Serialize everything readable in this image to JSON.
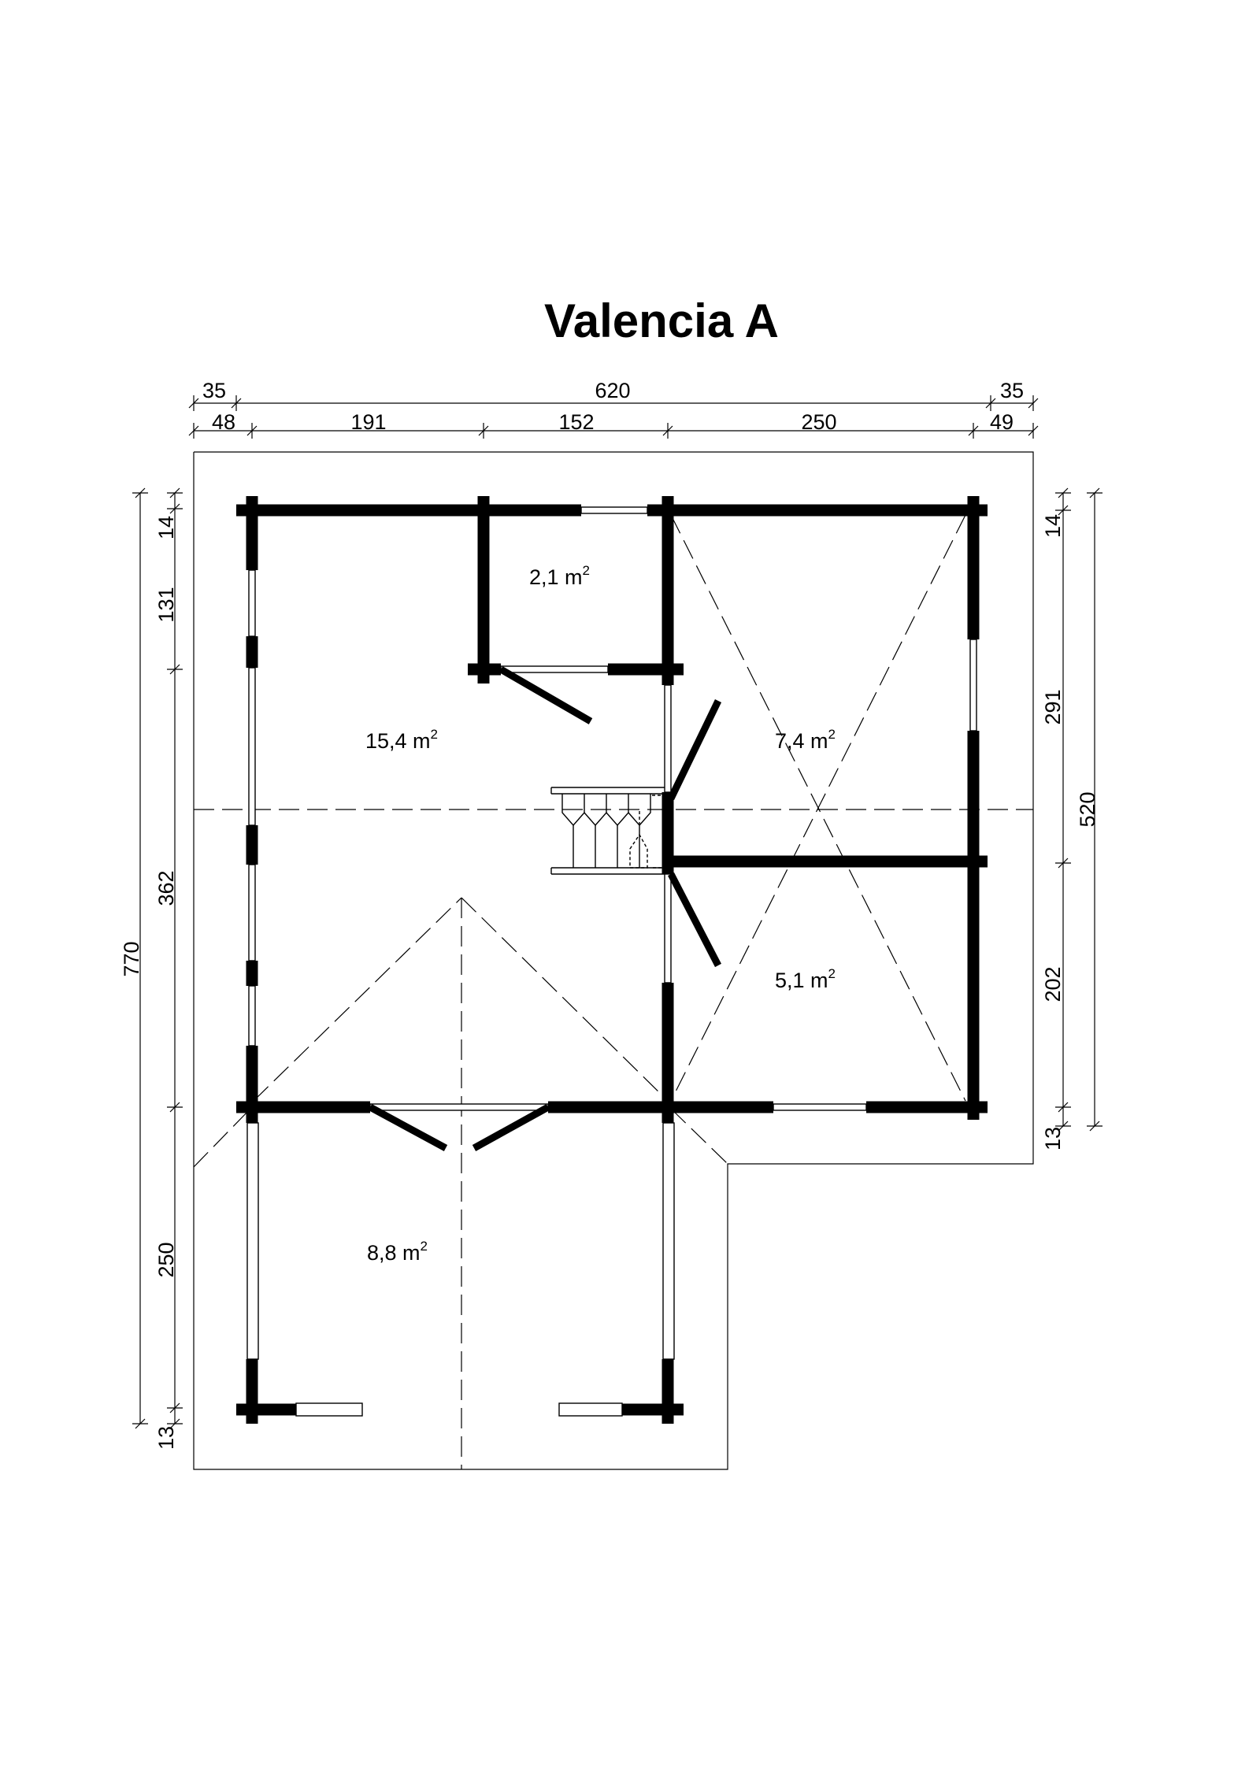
{
  "title": "Valencia A",
  "dimensions": {
    "top_overall": [
      "35",
      "620",
      "35"
    ],
    "top_segments": [
      "48",
      "191",
      "152",
      "250",
      "49"
    ],
    "left_outer": [
      "770"
    ],
    "left_inner": [
      "14",
      "131",
      "362",
      "250",
      "13"
    ],
    "right_inner": [
      "14",
      "291",
      "202",
      "13"
    ],
    "right_outer": [
      "520"
    ]
  },
  "rooms": [
    {
      "value": "2,1 m",
      "unit_sup": "2"
    },
    {
      "value": "15,4 m",
      "unit_sup": "2"
    },
    {
      "value": "7,4 m",
      "unit_sup": "2"
    },
    {
      "value": "5,1 m",
      "unit_sup": "2"
    },
    {
      "value": "8,8 m",
      "unit_sup": "2"
    }
  ],
  "colors": {
    "ink": "#000000",
    "paper": "#ffffff"
  }
}
